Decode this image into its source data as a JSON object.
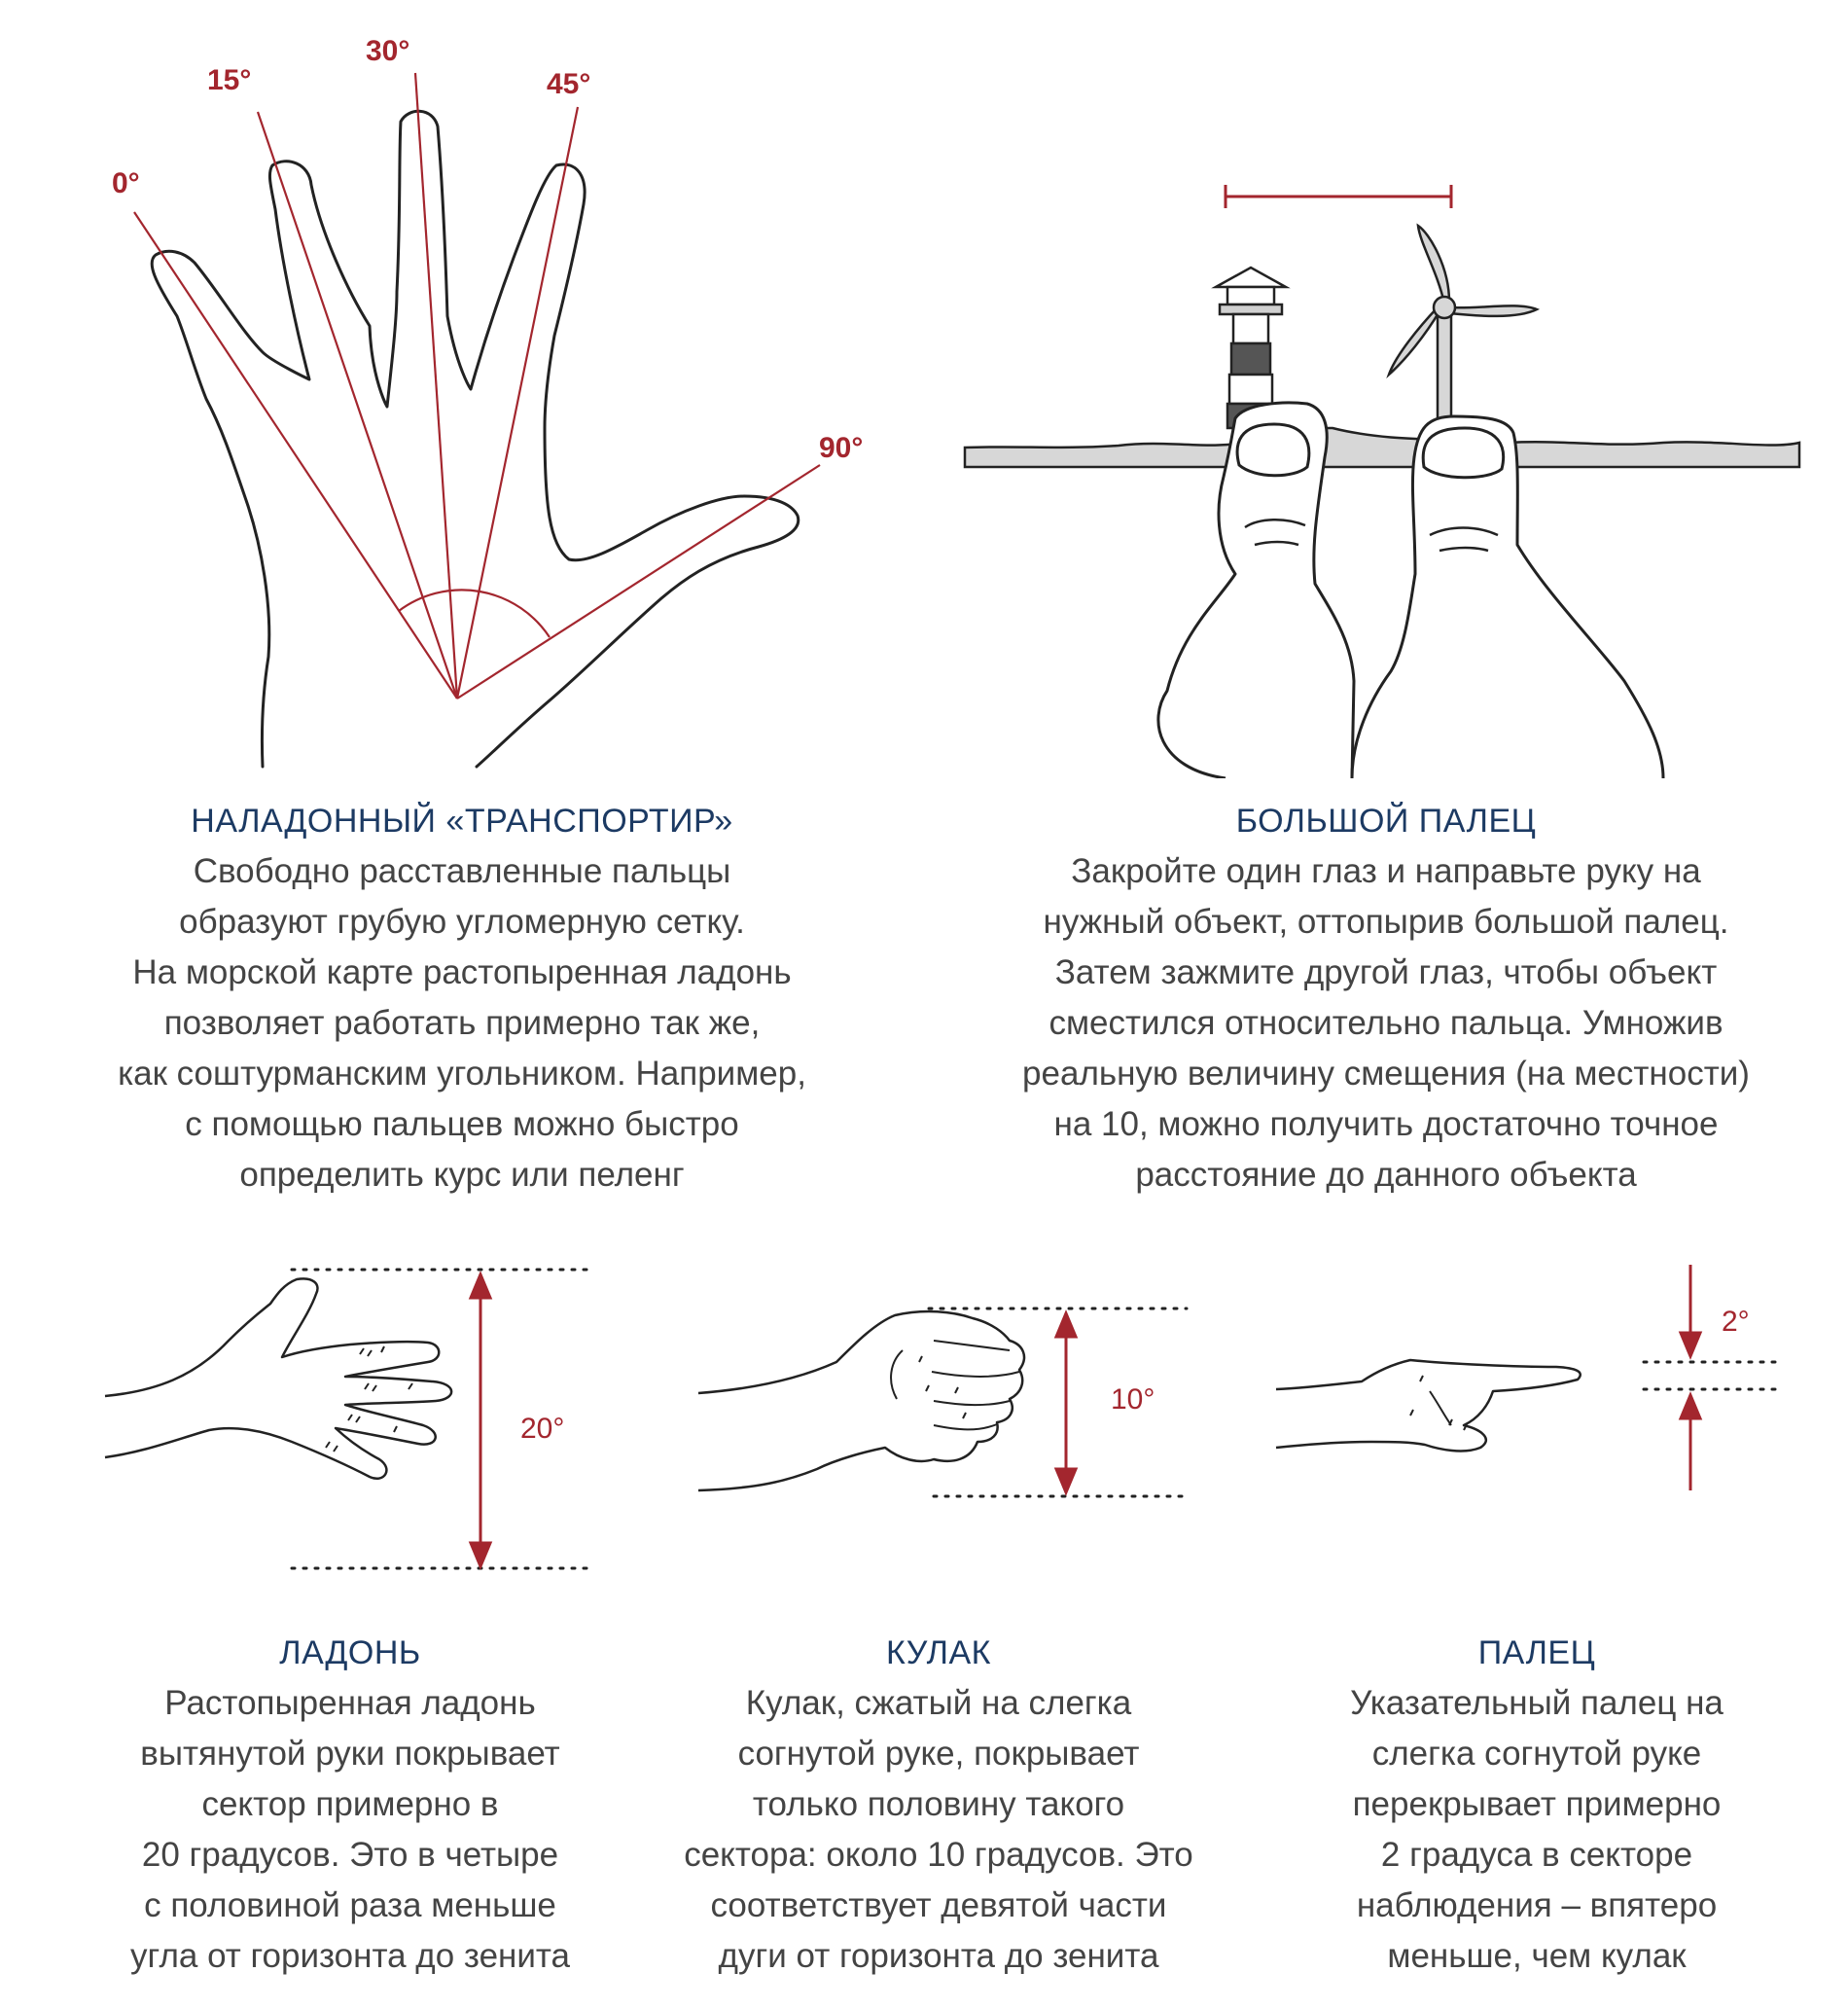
{
  "colors": {
    "accent": "#a3262e",
    "heading": "#1c3a63",
    "body": "#444444",
    "line": "#222222"
  },
  "protractor": {
    "angles": [
      "0°",
      "15°",
      "30°",
      "45°",
      "90°"
    ],
    "title": "НАЛАДОННЫЙ «ТРАНСПОРТИР»",
    "lines": [
      "Свободно расставленные пальцы",
      "образуют грубую угломерную сетку.",
      "На морской карте растопыренная ладонь",
      "позволяет работать примерно так же,",
      "как соштурманским угольником. Например,",
      "с помощью пальцев можно быстро",
      "определить курс или пеленг"
    ]
  },
  "thumb": {
    "title": "БОЛЬШОЙ ПАЛЕЦ",
    "lines": [
      "Закройте один глаз и направьте руку на",
      "нужный объект, оттопырив большой палец.",
      "Затем зажмите другой глаз, чтобы объект",
      "сместился относительно пальца. Умножив",
      "реальную величину смещения (на местности)",
      "на 10, можно получить достаточно точное",
      "расстояние до данного объекта"
    ]
  },
  "palm": {
    "angle": "20°",
    "title": "ЛАДОНЬ",
    "lines": [
      "Растопыренная ладонь",
      "вытянутой руки покрывает",
      "сектор примерно в",
      "20 градусов. Это в четыре",
      "с половиной раза меньше",
      "угла от горизонта до зенита"
    ]
  },
  "fist": {
    "angle": "10°",
    "title": "КУЛАК",
    "lines": [
      "Кулак, сжатый на слегка",
      "согнутой руке, покрывает",
      "только половину такого",
      "сектора: около 10 градусов. Это",
      "соответствует девятой части",
      "дуги от горизонта до зенита"
    ]
  },
  "finger": {
    "angle": "2°",
    "title": "ПАЛЕЦ",
    "lines": [
      "Указательный палец на",
      "слегка согнутой руке",
      "перекрывает примерно",
      "2 градуса в секторе",
      "наблюдения – впятеро",
      "меньше, чем кулак"
    ]
  }
}
